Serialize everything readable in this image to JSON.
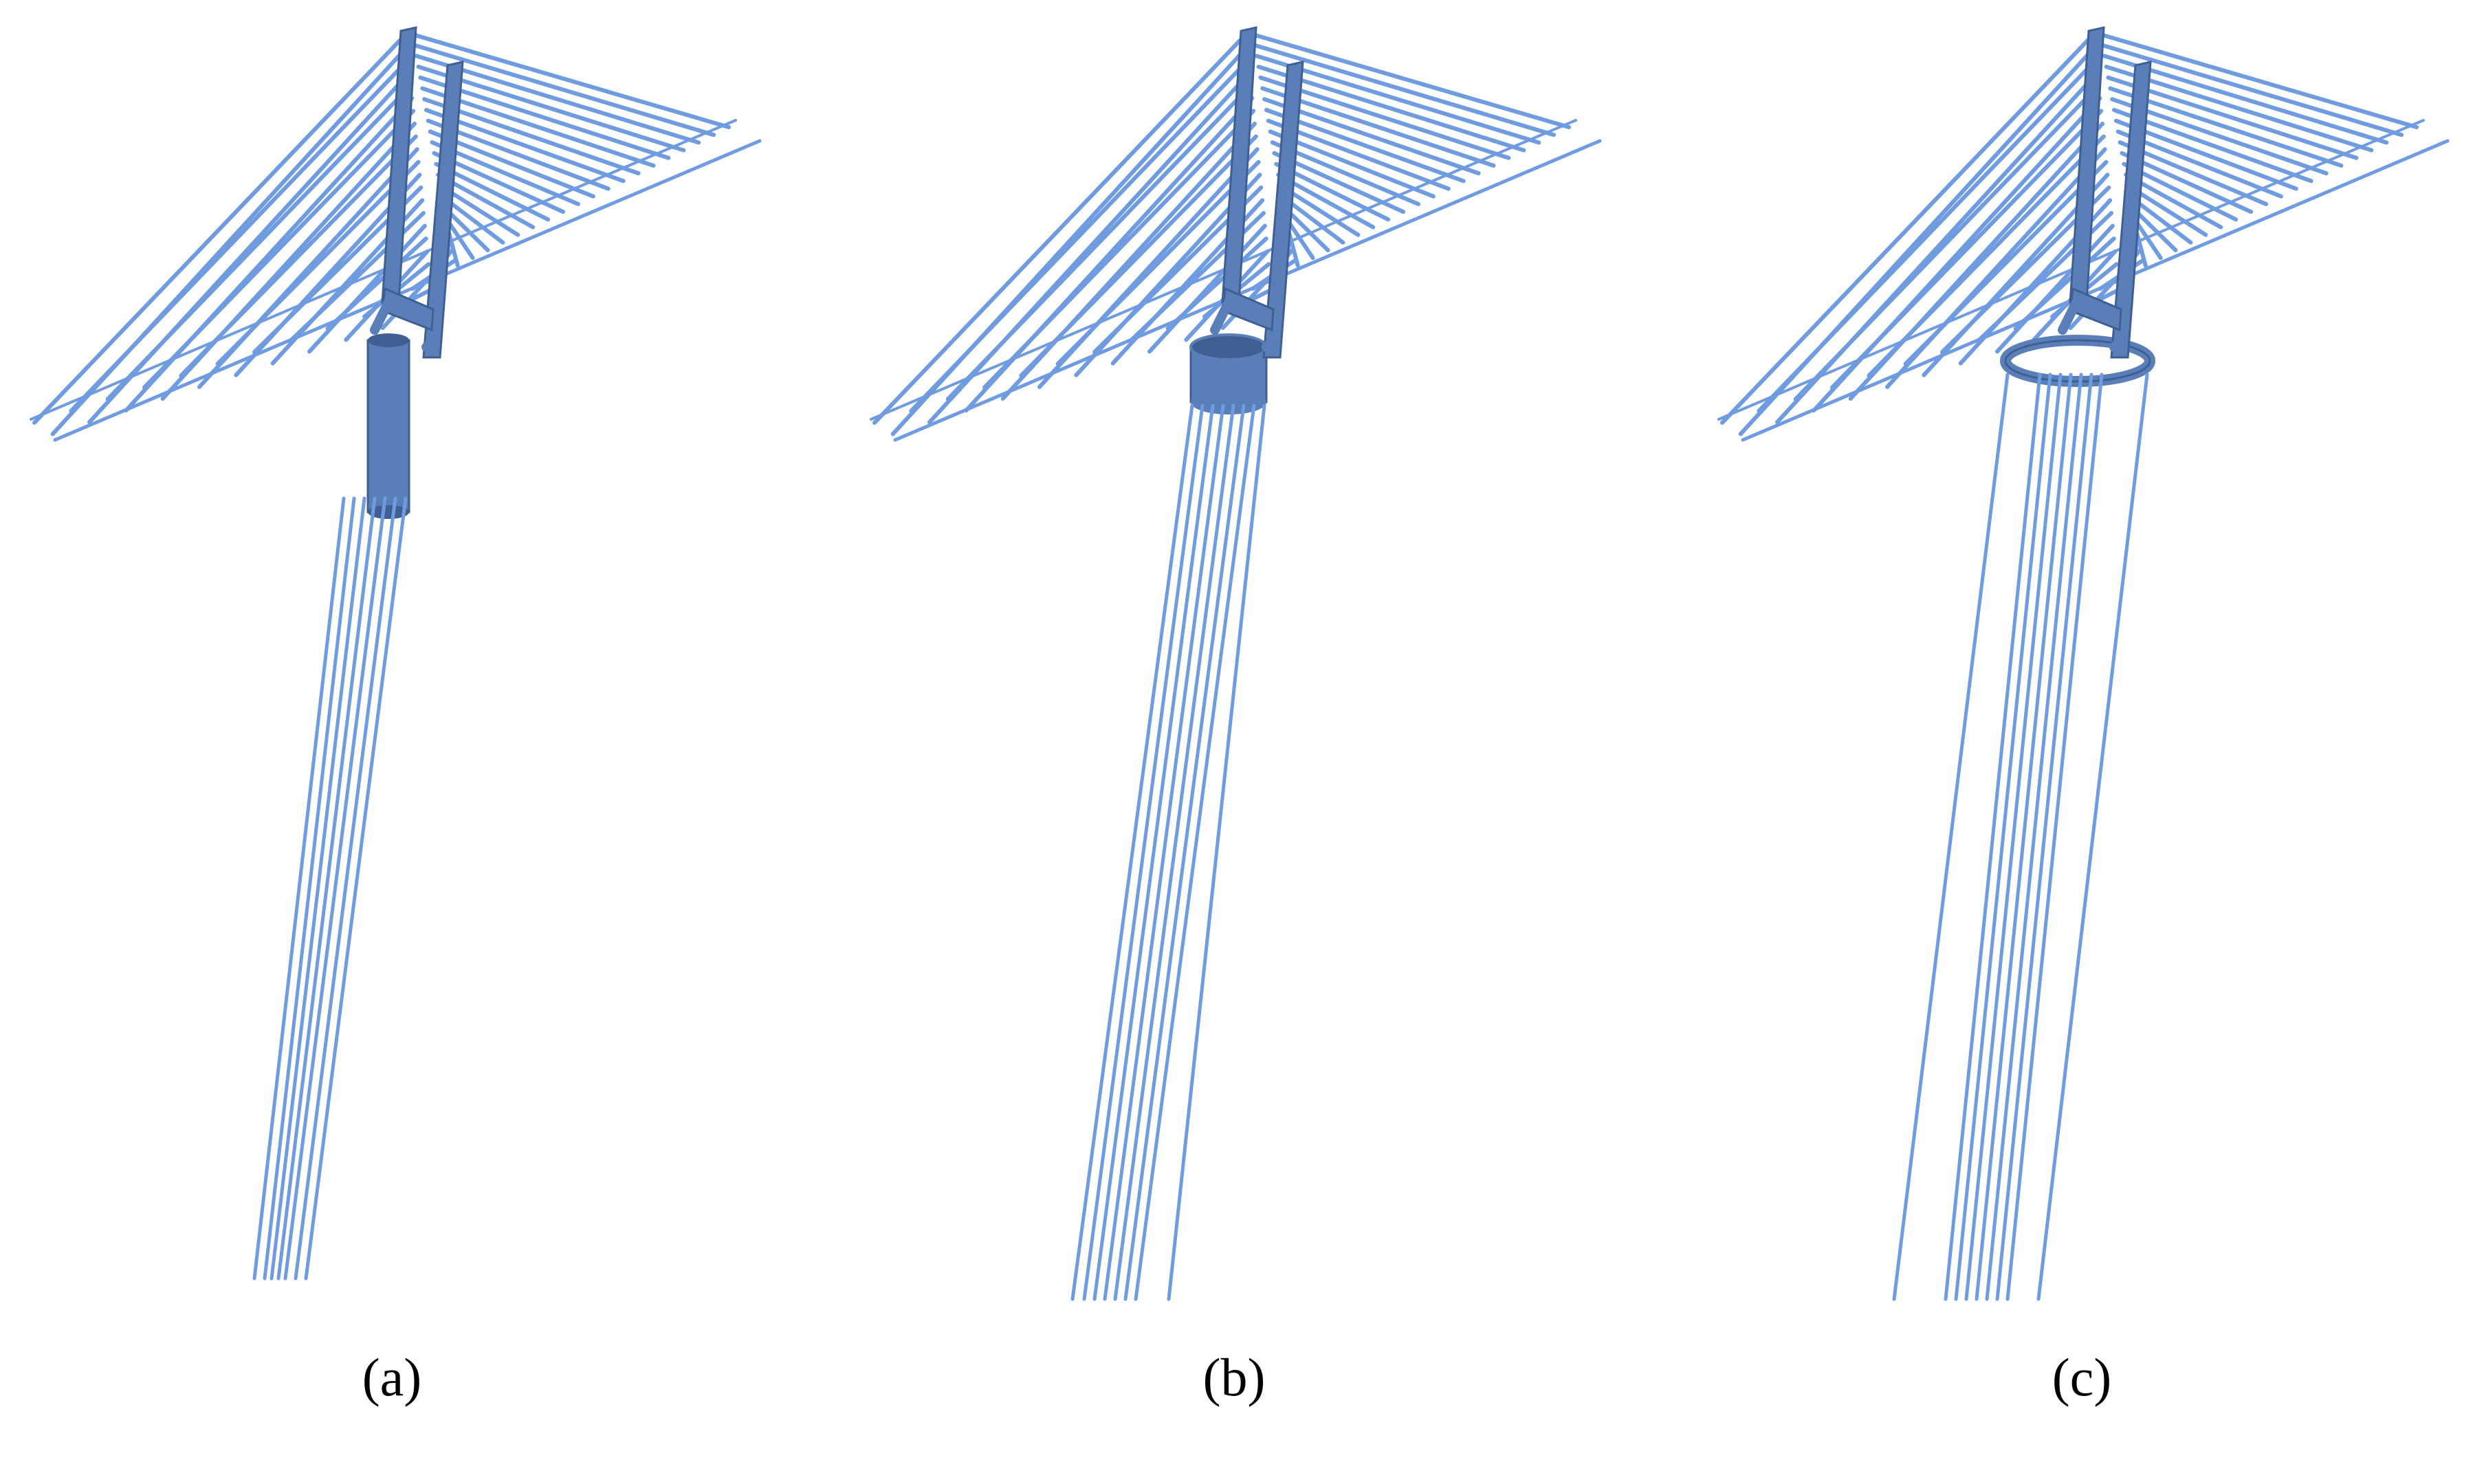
{
  "colors": {
    "cable": "#6f9be0",
    "tower": "#5a7fb8",
    "tower_dark": "#3f5f93",
    "background": "#ffffff"
  },
  "panels": [
    {
      "id": "a",
      "caption": "(a)",
      "foundation": "single-cylinder-caisson"
    },
    {
      "id": "b",
      "caption": "(b)",
      "foundation": "short-ring-caisson"
    },
    {
      "id": "c",
      "caption": "(c)",
      "foundation": "thin-ring-caisson"
    }
  ]
}
